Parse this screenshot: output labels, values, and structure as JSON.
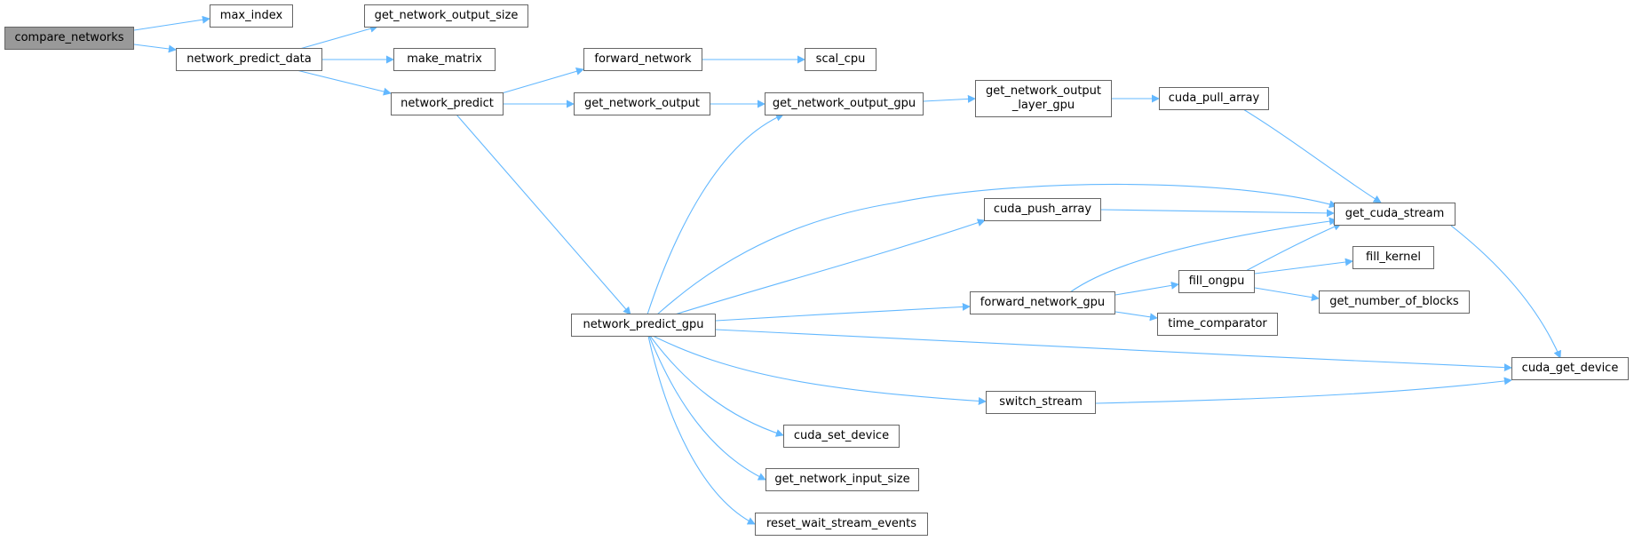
{
  "nodes": {
    "compare_networks": "compare_networks",
    "max_index": "max_index",
    "network_predict_data": "network_predict_data",
    "get_network_output_size": "get_network_output_size",
    "make_matrix": "make_matrix",
    "network_predict": "network_predict",
    "forward_network": "forward_network",
    "scal_cpu": "scal_cpu",
    "get_network_output": "get_network_output",
    "get_network_output_gpu": "get_network_output_gpu",
    "get_network_output_layer_gpu": "get_network_output\n_layer_gpu",
    "cuda_pull_array": "cuda_pull_array",
    "network_predict_gpu": "network_predict_gpu",
    "cuda_push_array": "cuda_push_array",
    "get_cuda_stream": "get_cuda_stream",
    "forward_network_gpu": "forward_network_gpu",
    "fill_ongpu": "fill_ongpu",
    "fill_kernel": "fill_kernel",
    "get_number_of_blocks": "get_number_of_blocks",
    "time_comparator": "time_comparator",
    "cuda_get_device": "cuda_get_device",
    "switch_stream": "switch_stream",
    "cuda_set_device": "cuda_set_device",
    "get_network_input_size": "get_network_input_size",
    "reset_wait_stream_events": "reset_wait_stream_events"
  },
  "colors": {
    "edge": "#63b8ff",
    "node_border": "#666666",
    "root_fill": "#999999",
    "node_fill": "#ffffff"
  }
}
